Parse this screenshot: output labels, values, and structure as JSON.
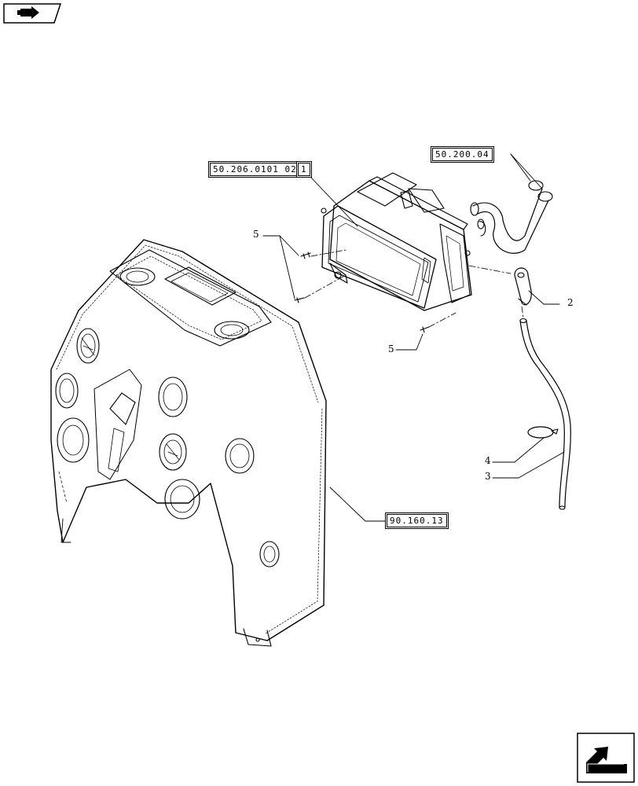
{
  "references": {
    "electrical_a": "50.206.0101 02",
    "electrical_a_item": "1",
    "hvac_hoses": "50.200.04",
    "cab_panel": "90.160.13"
  },
  "callouts": {
    "drain_fitting": "2",
    "drain_hose": "3",
    "clamp": "4",
    "screw_upper": "5",
    "screw_lower": "5"
  },
  "navigation": {
    "previous_icon": "previous-page-arrow-icon",
    "next_icon": "next-page-arrow-icon"
  },
  "colors": {
    "line": "#000000",
    "background": "#ffffff"
  }
}
